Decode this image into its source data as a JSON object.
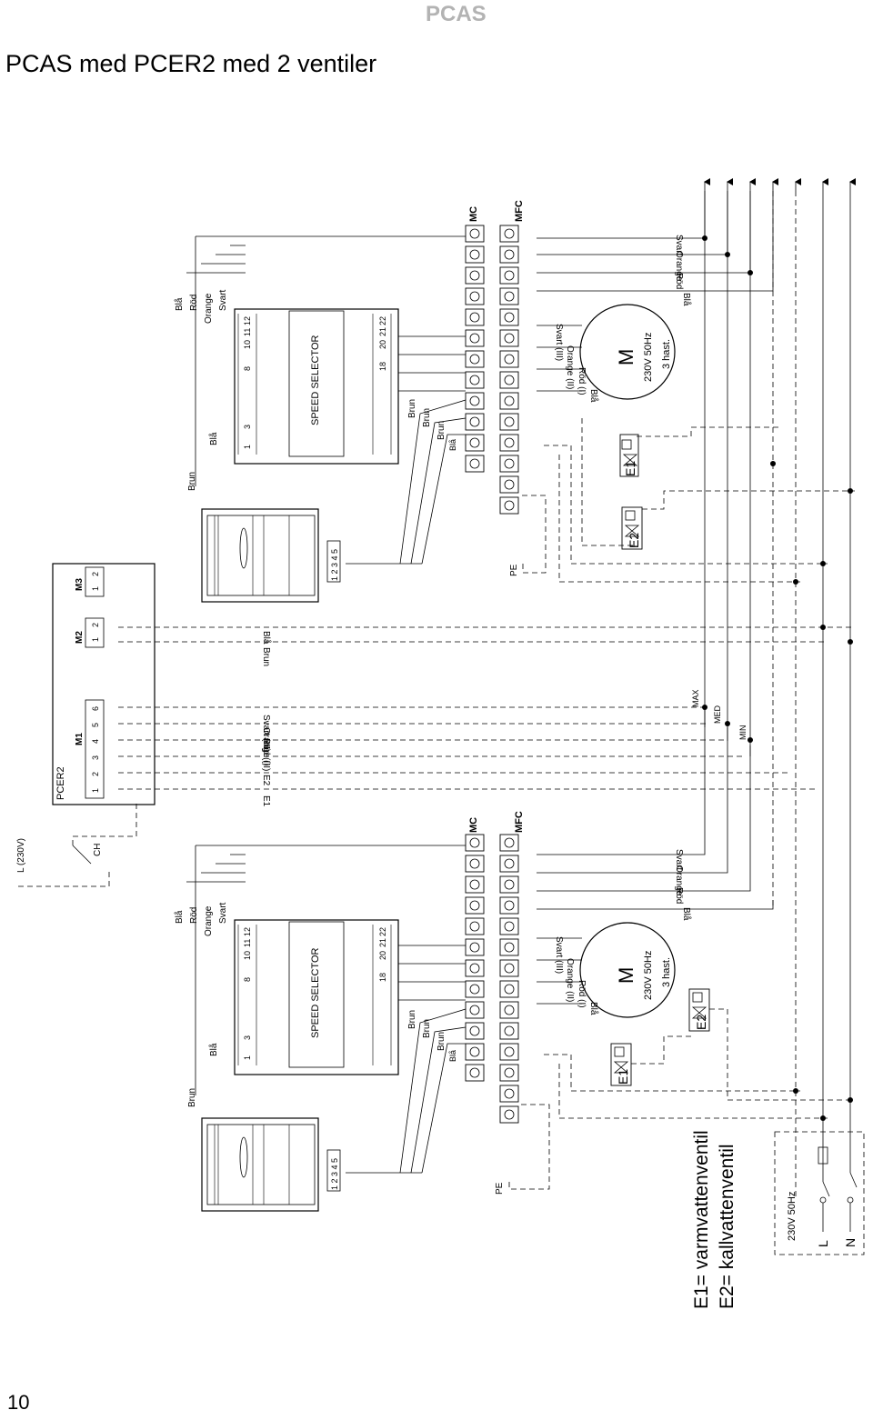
{
  "header": {
    "brand": "PCAS"
  },
  "page": {
    "title": "PCAS med PCER2 med 2 ventiler",
    "number": "10"
  },
  "units": [
    {
      "bus_mc": "MC",
      "bus_mfc": "MFC",
      "pe": "PE",
      "speed_selector": "SPEED SELECTOR",
      "sel_top_terms": [
        "1",
        "3",
        "8",
        "10",
        "11",
        "12"
      ],
      "sel_bot_terms": [
        "18",
        "20",
        "21",
        "22"
      ],
      "fan_terms": "1 2 3 4 5",
      "input_wires": [
        "Brun",
        "Blå",
        "Blå",
        "Röd",
        "Orange",
        "Svart"
      ],
      "fan_wires": [
        "Brun",
        "Brun",
        "Brun",
        "Blå"
      ],
      "motor_symbol": "M",
      "motor_spec": "230V  50Hz",
      "motor_speeds": "3 hast.",
      "motor_wires": [
        "Svart (III)",
        "Orange (II)",
        "Röd (I)",
        "Blå"
      ],
      "out_wires": [
        "Svart",
        "Orange",
        "Röd",
        "Blå"
      ],
      "valve_a": "E1",
      "valve_b": "E2"
    },
    {
      "bus_mc": "MC",
      "bus_mfc": "MFC",
      "pe": "PE",
      "speed_selector": "SPEED SELECTOR",
      "sel_top_terms": [
        "1",
        "3",
        "8",
        "10",
        "11",
        "12"
      ],
      "sel_bot_terms": [
        "18",
        "20",
        "21",
        "22"
      ],
      "fan_terms": "1 2 3 4 5",
      "input_wires": [
        "Brun",
        "Blå",
        "Blå",
        "Röd",
        "Orange",
        "Svart"
      ],
      "fan_wires": [
        "Brun",
        "Brun",
        "Brun",
        "Blå"
      ],
      "motor_symbol": "M",
      "motor_spec": "230V  50Hz",
      "motor_speeds": "3 hast.",
      "motor_wires": [
        "Svart (III)",
        "Orange (II)",
        "Röd (I)",
        "Blå"
      ],
      "out_wires": [
        "Svart",
        "Orange",
        "Röd",
        "Blå"
      ],
      "valve_a": "E1",
      "valve_b": "E2"
    }
  ],
  "pcer2": {
    "label": "PCER2",
    "m1": "M1",
    "m2": "M2",
    "m3": "M3",
    "m1_terms": [
      "1",
      "2",
      "3",
      "4",
      "5",
      "6"
    ],
    "m2_terms": [
      "1",
      "2"
    ],
    "m3_terms": [
      "1",
      "2"
    ]
  },
  "bus": {
    "supply": "L (230V)",
    "ch": "CH",
    "e1": "E1",
    "e2": "E2",
    "rod": "Röd (I)",
    "orange": "Orange (II)",
    "svart": "Svart (III)",
    "brun": "Brun",
    "bla": "Blå",
    "max": "MAX",
    "med": "MED",
    "min": "MIN"
  },
  "legend": {
    "e1": "E1= varmvattenventil",
    "e2": "E2= kallvattenventil"
  },
  "power": {
    "spec": "230V 50Hz",
    "l": "L",
    "n": "N"
  }
}
